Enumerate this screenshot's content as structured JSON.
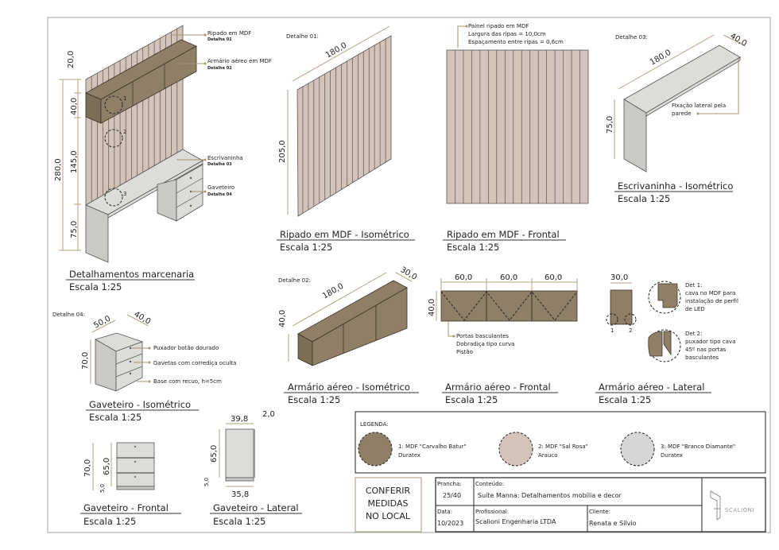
{
  "main_iso": {
    "callouts": [
      {
        "label": "Ripado em MDF",
        "sub": "Detalhe 01"
      },
      {
        "label": "Armário aéreo em MDF",
        "sub": "Detalhe 02"
      },
      {
        "label": "Escrivaninha",
        "sub": "Detalhe 03"
      },
      {
        "label": "Gaveteiro",
        "sub": "Detalhe 04"
      }
    ],
    "dims": {
      "top": "20,0",
      "cabinet": "40,0",
      "mid": "145,0",
      "total": "280,0",
      "desk": "75,0"
    },
    "markers": [
      "1",
      "2",
      "3"
    ],
    "title": "Detalhamentos marcenaria",
    "scale": "Escala 1:25"
  },
  "ripado_iso": {
    "label": "Detalhe 01:",
    "width": "180,0",
    "height": "205,0",
    "title": "Ripado em MDF - Isométrico",
    "scale": "Escala 1:25"
  },
  "ripado_frontal": {
    "notes": [
      "Painel ripado em MDF",
      "Largura das ripas = 10,0cm",
      "Espaçamento entre ripas = 0,6cm"
    ],
    "title": "Ripado em MDF - Frontal",
    "scale": "Escala 1:25"
  },
  "escrivaninha": {
    "label": "Detalhe 03:",
    "length": "180,0",
    "depth": "40,0",
    "height": "75,0",
    "notes": [
      "Fixação lateral pela",
      "parede"
    ],
    "title": "Escrivaninha - Isométrico",
    "scale": "Escala 1:25"
  },
  "armario_iso": {
    "label": "Detalhe 02:",
    "length": "180,0",
    "depth": "30,0",
    "height": "40,0",
    "title": "Armário aéreo - Isométrico",
    "scale": "Escala 1:25"
  },
  "armario_frontal": {
    "widths": [
      "60,0",
      "60,0",
      "60,0"
    ],
    "height": "40,0",
    "notes": [
      "Portas basculantes",
      "Dobradiça tipo curva",
      "Pistão"
    ],
    "title": "Armário aéreo - Frontal",
    "scale": "Escala 1:25"
  },
  "armario_lateral": {
    "depth": "30,0",
    "markers": [
      "1",
      "2"
    ],
    "det1": [
      "Det 1:",
      "cava no MDF para",
      "instalação de perfil",
      "de LED"
    ],
    "det2": [
      "Det 2:",
      "puxador tipo cava",
      "45º nas portas",
      "basculantes"
    ],
    "title": "Armário aéreo - Lateral",
    "scale": "Escala 1:25"
  },
  "gaveteiro_iso": {
    "label": "Detalhe 04:",
    "width": "50,0",
    "depth": "40,0",
    "height": "70,0",
    "notes": [
      "Puxador botão dourado",
      "Gavetas com corrediça oculta",
      "Base com recuo, h=5cm"
    ],
    "title": "Gaveteiro - Isométrico",
    "scale": "Escala 1:25"
  },
  "gaveteiro_frontal": {
    "total": "70,0",
    "body": "65,0",
    "base": "5,0",
    "title": "Gaveteiro - Frontal",
    "scale": "Escala 1:25"
  },
  "gaveteiro_lateral": {
    "top": "39,8",
    "front": "2,0",
    "body": "65,0",
    "base": "5,0",
    "bottom": "35,8",
    "title": "Gaveteiro - Lateral",
    "scale": "Escala 1:25"
  },
  "legend": {
    "title": "LEGENDA:",
    "items": [
      {
        "line1": "1: MDF \"Carvalho Batur\"",
        "line2": "Duratex",
        "color": "#8e7f66"
      },
      {
        "line1": "2: MDF \"Sal Rosa\"",
        "line2": "Arauco",
        "color": "#d4c3b9"
      },
      {
        "line1": "3: MDF \"Branco Diamante\"",
        "line2": "Duratex",
        "color": "#d6d6d4"
      }
    ]
  },
  "titleblock": {
    "warning": [
      "CONFERIR",
      "MEDIDAS",
      "NO LOCAL"
    ],
    "prancha_label": "Prancha:",
    "prancha": "25/40",
    "conteudo_label": "Conteúdo:",
    "conteudo": "Suíte Manna: Detalhamentos mobília e decor",
    "data_label": "Data:",
    "data": "10/2023",
    "profissional_label": "Profissional:",
    "profissional": "Scalioni Engenharia LTDA",
    "cliente_label": "Cliente:",
    "cliente": "Renata e Silvio",
    "logo": "SCALIONI"
  }
}
